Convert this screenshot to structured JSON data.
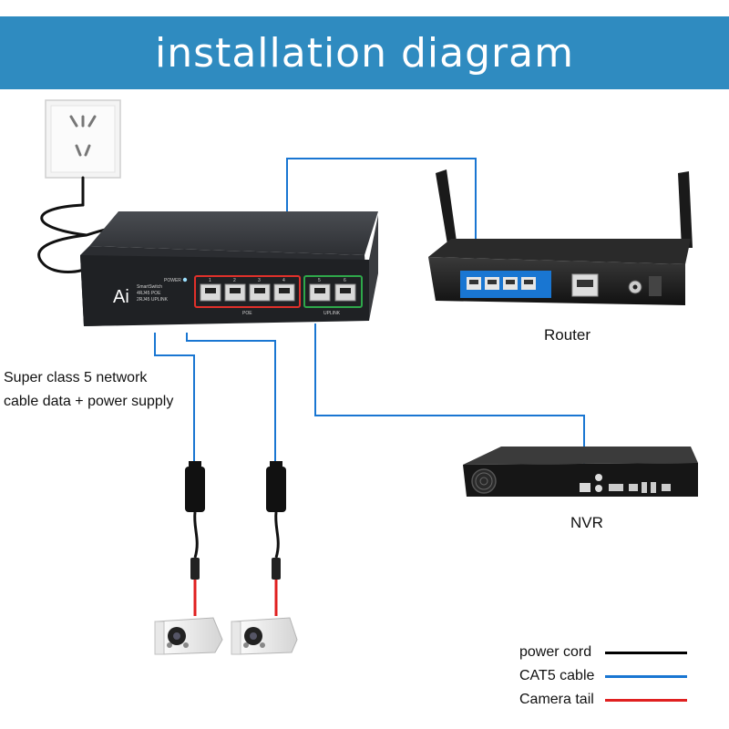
{
  "header": {
    "title": "installation diagram"
  },
  "switch": {
    "brand": "Ai",
    "model_line1": "SmartSwitch",
    "model_line2": "4RJ45 POE",
    "model_line3": "2RJ45 UPLINK",
    "power_label": "POWER",
    "poe_label": "POE",
    "uplink_label": "UPLINK",
    "port_numbers": [
      "1",
      "2",
      "3",
      "4",
      "5",
      "6"
    ]
  },
  "labels": {
    "router": "Router",
    "nvr": "NVR",
    "cable_desc_line1": "Super class 5 network",
    "cable_desc_line2": "cable data + power supply"
  },
  "legend": [
    {
      "label": "power cord",
      "color": "#000000"
    },
    {
      "label": "CAT5 cable",
      "color": "#1976d2"
    },
    {
      "label": "Camera tail",
      "color": "#e02020"
    }
  ],
  "colors": {
    "header_bg": "#2f8bc0",
    "cat5": "#1976d2",
    "power": "#000000",
    "camera_tail": "#e02020",
    "poe_frame": "#e0302a",
    "uplink_frame": "#2ea84a"
  }
}
